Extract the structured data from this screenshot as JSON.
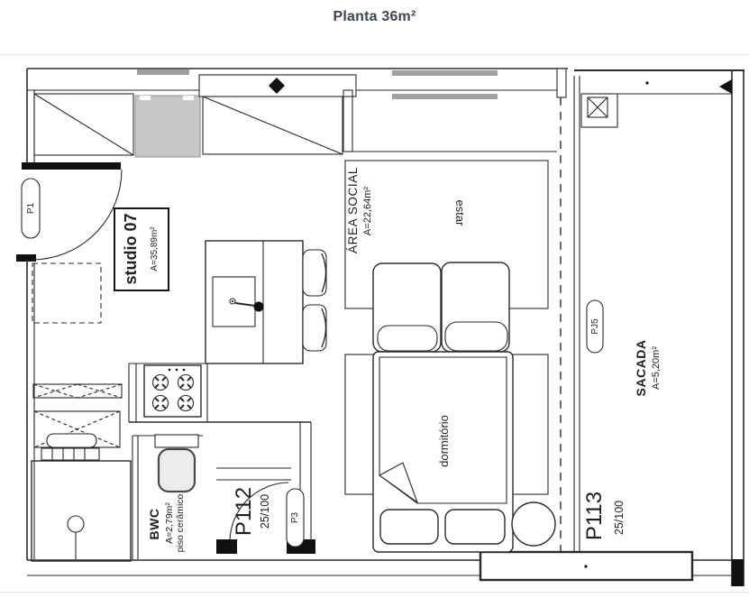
{
  "header": {
    "title": "Planta 36m²"
  },
  "plan": {
    "unit": {
      "name": "studio 07",
      "area": "A=35,89m²"
    },
    "rooms": {
      "area_social": {
        "name": "ÁREA SOCIAL",
        "area": "A=22,64m²"
      },
      "estar": {
        "name": "estar"
      },
      "dormitorio": {
        "name": "dormitório"
      },
      "sacada": {
        "name": "SACADA",
        "area": "A=5,20m²"
      },
      "bwc": {
        "name": "BWC",
        "area": "A=2,79m²",
        "floor": "piso cerâmico"
      }
    },
    "doors": {
      "p1": {
        "label": "P1"
      },
      "p3": {
        "label": "P3"
      },
      "pj5": {
        "label": "PJ5"
      },
      "p112": {
        "label": "P112",
        "size": "25/100"
      },
      "p113": {
        "label": "P113",
        "size": "25/100"
      }
    },
    "colors": {
      "line": "#2a2a2a",
      "wall": "#111111",
      "appliance_gray": "#c7c7c7",
      "window_gray": "#a0a0a0",
      "title_text": "#3d4654",
      "divider": "#e7e9ec"
    }
  }
}
